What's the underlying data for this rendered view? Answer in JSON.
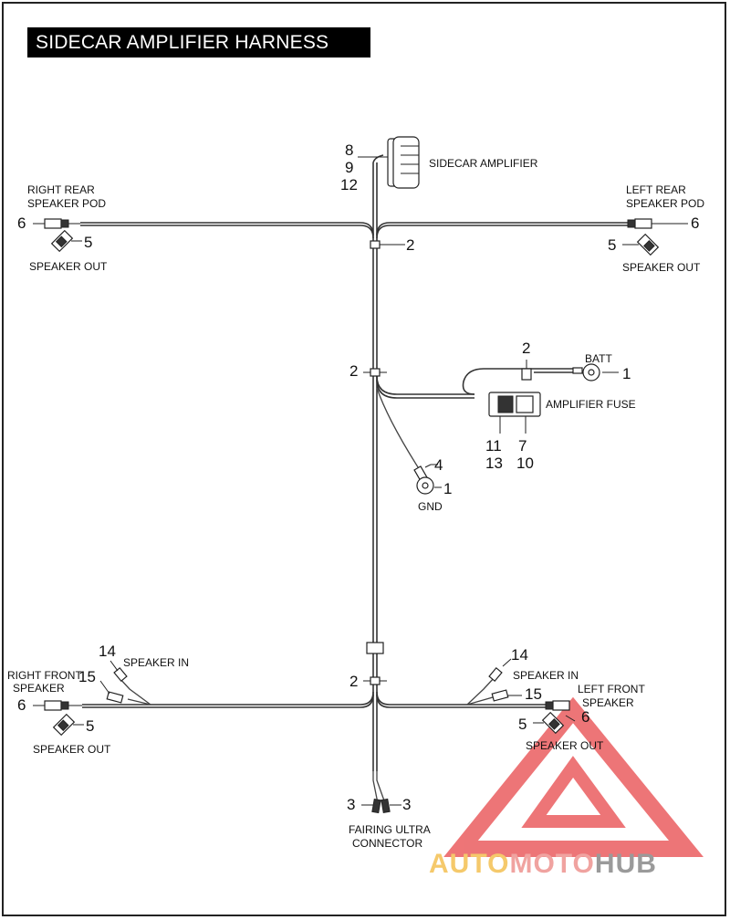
{
  "title": "SIDECAR AMPLIFIER HARNESS",
  "labels": {
    "sidecar_amplifier": "SIDECAR AMPLIFIER",
    "right_rear_speaker_pod": [
      "RIGHT REAR",
      "SPEAKER POD"
    ],
    "left_rear_speaker_pod": [
      "LEFT REAR",
      "SPEAKER POD"
    ],
    "speaker_out": "SPEAKER OUT",
    "batt": "BATT",
    "amplifier_fuse": "AMPLIFIER FUSE",
    "gnd": "GND",
    "speaker_in": "SPEAKER IN",
    "right_front_speaker": [
      "RIGHT FRONT",
      "SPEAKER"
    ],
    "left_front_speaker": [
      "LEFT FRONT",
      "SPEAKER"
    ],
    "fairing_ultra_connector": [
      "FAIRING ULTRA",
      "CONNECTOR"
    ]
  },
  "callouts": {
    "n1": "1",
    "n2": "2",
    "n3": "3",
    "n4": "4",
    "n5": "5",
    "n6": "6",
    "n7": "7",
    "n8": "8",
    "n9": "9",
    "n10": "10",
    "n11": "11",
    "n12": "12",
    "n13": "13",
    "n14": "14",
    "n15": "15"
  },
  "watermark": {
    "auto": "AUTO",
    "moto": "MOTO",
    "hub": "HUB"
  },
  "colors": {
    "watermark_red": "#e8474a",
    "watermark_yellow": "#f5c96b",
    "watermark_gray": "#9a9a9a"
  }
}
